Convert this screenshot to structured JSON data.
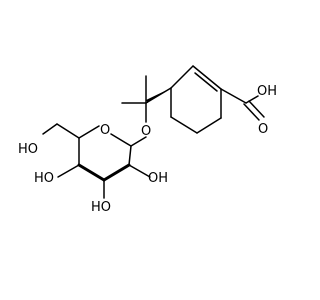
{
  "colors": {
    "bond": "#000000",
    "background": "#ffffff"
  },
  "atoms": {
    "oh_acid": "OH",
    "o_acid": "O",
    "o_ether": "O",
    "o_ring": "O",
    "ho_ch2": "HO",
    "ho_c4": "HO",
    "oh_c2": "OH",
    "ho_c3": "HO"
  }
}
